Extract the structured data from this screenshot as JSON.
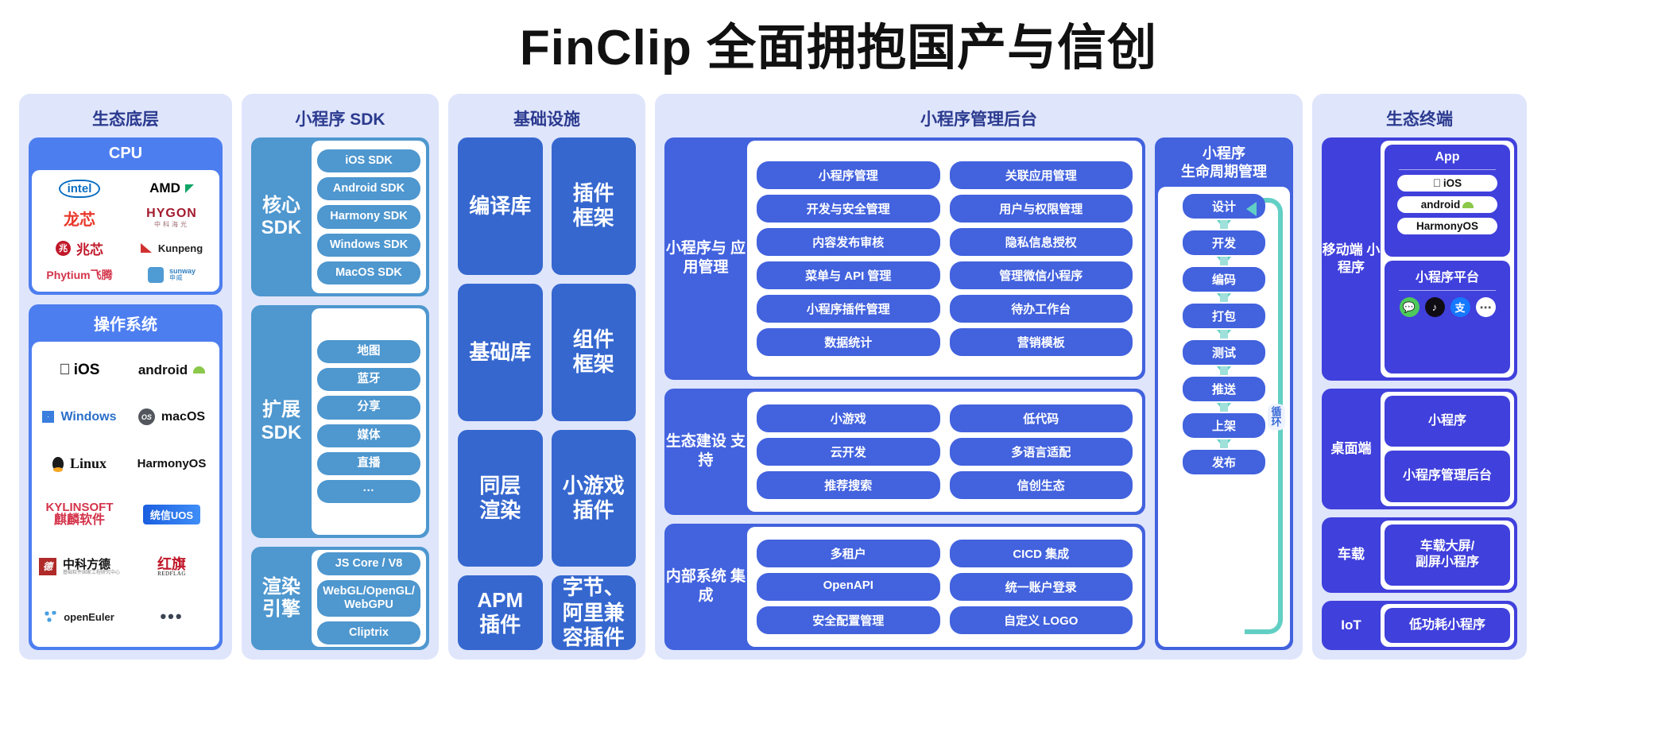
{
  "title": "FinClip 全面拥抱国产与信创",
  "ecosystem_base": {
    "panel_title": "生态底层",
    "cpu": {
      "header": "CPU",
      "logos": [
        {
          "name": "intel",
          "label": "intel"
        },
        {
          "name": "amd",
          "label": "AMD"
        },
        {
          "name": "loongson",
          "label": "龙芯"
        },
        {
          "name": "hygon",
          "label": "HYGON",
          "sub": "中科海光"
        },
        {
          "name": "zhaoxin",
          "label": "兆芯",
          "mark": "兆"
        },
        {
          "name": "kunpeng",
          "label": "Kunpeng"
        },
        {
          "name": "phytium",
          "label": "Phytium飞腾"
        },
        {
          "name": "sunway",
          "label": "sunway",
          "sub": "申威"
        }
      ]
    },
    "os": {
      "header": "操作系统",
      "logos": [
        {
          "name": "ios",
          "label": "iOS"
        },
        {
          "name": "android",
          "label": "android"
        },
        {
          "name": "windows",
          "label": "Windows"
        },
        {
          "name": "macos",
          "label": "macOS",
          "mark": "OS"
        },
        {
          "name": "linux",
          "label": "Linux"
        },
        {
          "name": "harmonyos",
          "label": "HarmonyOS"
        },
        {
          "name": "kylinsoft",
          "label": "KYLINSOFT",
          "sub": "麒麟软件"
        },
        {
          "name": "uos",
          "label": "统信UOS"
        },
        {
          "name": "zhongkefangde",
          "label": "中科方德",
          "mark": "德",
          "sub": "基础软件国家工程研究中心"
        },
        {
          "name": "redflag",
          "label": "红旗",
          "sub": "REDFLAG"
        },
        {
          "name": "openeuler",
          "label": "openEuler"
        },
        {
          "name": "more",
          "label": "•••"
        }
      ]
    }
  },
  "sdk": {
    "panel_title": "小程序 SDK",
    "groups": [
      {
        "label": "核心\nSDK",
        "items": [
          "iOS SDK",
          "Android SDK",
          "Harmony SDK",
          "Windows SDK",
          "MacOS SDK"
        ]
      },
      {
        "label": "扩展\nSDK",
        "items": [
          "地图",
          "蓝牙",
          "分享",
          "媒体",
          "直播",
          "···"
        ]
      },
      {
        "label": "渲染\n引擎",
        "items": [
          "JS Core / V8",
          "WebGL/OpenGL/\nWebGPU",
          "Cliptrix"
        ]
      }
    ]
  },
  "infrastructure": {
    "panel_title": "基础设施",
    "boxes": [
      "编译库",
      "插件\n框架",
      "基础库",
      "组件\n框架",
      "同层\n渲染",
      "小游戏\n插件",
      "APM\n插件",
      "字节、\n阿里兼\n容插件"
    ]
  },
  "admin": {
    "panel_title": "小程序管理后台",
    "sections": [
      {
        "label": "小程序与\n应用管理",
        "items": [
          "小程序管理",
          "关联应用管理",
          "开发与安全管理",
          "用户与权限管理",
          "内容发布审核",
          "隐私信息授权",
          "菜单与 API 管理",
          "管理微信小程序",
          "小程序插件管理",
          "待办工作台",
          "数据统计",
          "营销模板"
        ]
      },
      {
        "label": "生态建设\n支持",
        "items": [
          "小游戏",
          "低代码",
          "云开发",
          "多语言适配",
          "推荐搜索",
          "信创生态"
        ]
      },
      {
        "label": "内部系统\n集成",
        "items": [
          "多租户",
          "CICD 集成",
          "OpenAPI",
          "统一账户登录",
          "安全配置管理",
          "自定义 LOGO"
        ]
      }
    ],
    "lifecycle": {
      "title": "小程序\n生命周期管理",
      "steps": [
        "设计",
        "开发",
        "编码",
        "打包",
        "测试",
        "推送",
        "上架",
        "发布"
      ],
      "loop_label": "循环"
    }
  },
  "terminals": {
    "panel_title": "生态终端",
    "sections": [
      {
        "label": "移动端\n小程序",
        "cards": [
          {
            "title": "App",
            "chips": [
              "iOS",
              "android",
              "HarmonyOS"
            ]
          },
          {
            "title": "小程序平台",
            "mini_apps": [
              "wechat",
              "douyin",
              "alipay",
              "more"
            ]
          }
        ]
      },
      {
        "label": "桌面端",
        "plain": [
          "小程序",
          "小程序管理后台"
        ]
      },
      {
        "label": "车载",
        "plain": [
          "车载大屏/\n副屏小程序"
        ]
      },
      {
        "label": "IoT",
        "plain": [
          "低功耗小程序"
        ]
      }
    ]
  },
  "colors": {
    "panel_bg": "#dfe5fb",
    "panel_title": "#2b3a8f",
    "eco_blue": "#4d7ef0",
    "sdk_blue": "#4e97cf",
    "infra_blue": "#3567cf",
    "admin_blue": "#4262de",
    "term_blue": "#4040dc",
    "arrow_teal": "#62cfc4"
  }
}
